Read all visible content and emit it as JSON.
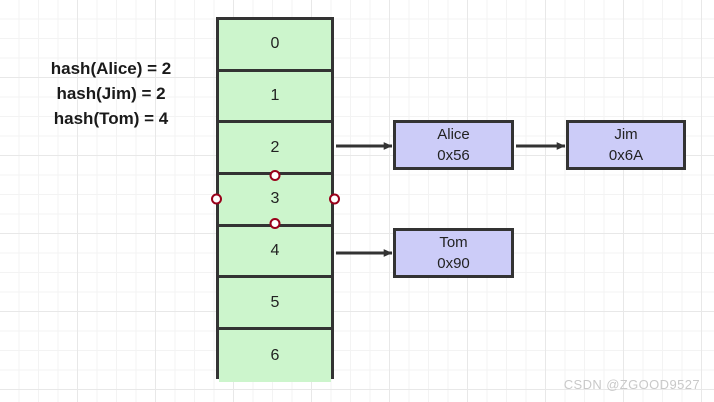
{
  "diagram": {
    "title": "hash-table-with-chaining",
    "colors": {
      "table_fill": "#ccf5cc",
      "node_fill": "#ccccf8",
      "stroke": "#333333",
      "handle_stroke": "#99001a",
      "handle_fill": "#ffffff",
      "grid_line": "#e8e8e8",
      "text": "#222222",
      "watermark": "#c9c9c9"
    }
  },
  "legend": {
    "lines": [
      "hash(Alice) = 2",
      "hash(Jim) = 2",
      "hash(Tom) = 4"
    ]
  },
  "hash_table": {
    "buckets": [
      {
        "index": "0",
        "selected": false
      },
      {
        "index": "1",
        "selected": false
      },
      {
        "index": "2",
        "selected": false
      },
      {
        "index": "3",
        "selected": true
      },
      {
        "index": "4",
        "selected": false
      },
      {
        "index": "5",
        "selected": false
      },
      {
        "index": "6",
        "selected": false
      }
    ],
    "selected_index": "3"
  },
  "nodes": [
    {
      "id": "alice",
      "name": "Alice",
      "address": "0x56"
    },
    {
      "id": "jim",
      "name": "Jim",
      "address": "0x6A"
    },
    {
      "id": "tom",
      "name": "Tom",
      "address": "0x90"
    }
  ],
  "arrows": [
    {
      "from": "bucket-2",
      "to": "node-alice"
    },
    {
      "from": "node-alice",
      "to": "node-jim"
    },
    {
      "from": "bucket-4",
      "to": "node-tom"
    }
  ],
  "watermark": {
    "text": "CSDN @ZGOOD9527"
  }
}
